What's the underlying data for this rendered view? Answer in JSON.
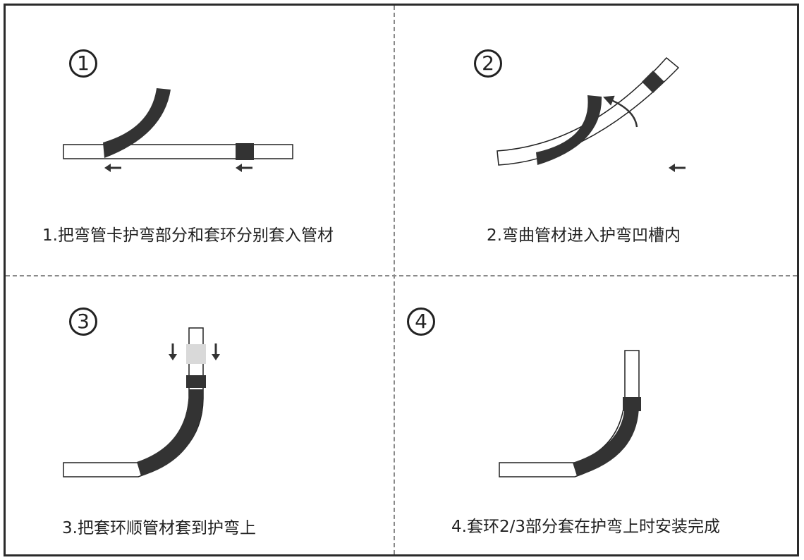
{
  "steps": [
    {
      "number": "1",
      "caption": "1.把弯管卡护弯部分和套环分别套入管材"
    },
    {
      "number": "2",
      "caption": "2.弯曲管材进入护弯凹槽内"
    },
    {
      "number": "3",
      "caption": "3.把套环顺管材套到护弯上"
    },
    {
      "number": "4",
      "caption": "4.套环2/3部分套在护弯上时安装完成"
    }
  ],
  "colors": {
    "dark": "#333333",
    "outline": "#222222",
    "divider": "#8a8a8a",
    "ring_ghost": "#d9d9d9"
  }
}
